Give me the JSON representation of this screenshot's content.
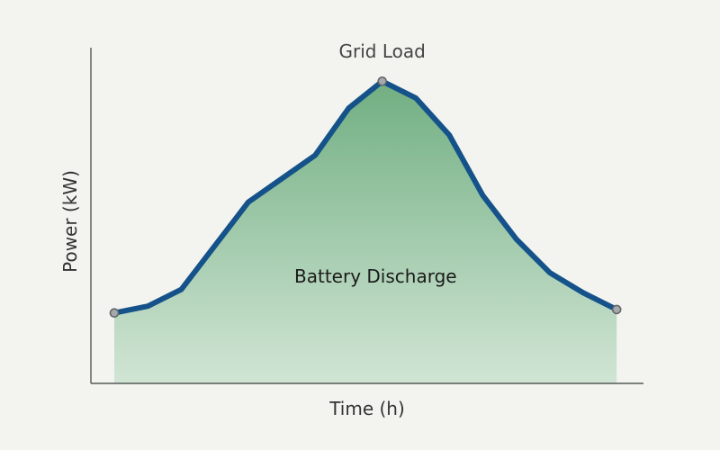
{
  "chart_data": {
    "type": "area",
    "title": "",
    "xlabel": "Time (h)",
    "ylabel": "Power (kW)",
    "x": [
      0,
      1,
      2,
      3,
      4,
      5,
      6,
      7,
      8,
      9,
      10,
      11,
      12,
      13,
      14,
      15
    ],
    "series": [
      {
        "values": [
          21,
          23,
          28,
          41,
          54,
          61,
          68,
          82,
          90,
          85,
          74,
          56,
          43,
          33,
          27,
          22
        ],
        "line_color": "#15528a",
        "fill_top_color": "#6aab7c",
        "fill_bottom_color": "#cfe4d3"
      }
    ],
    "xlim": [
      -0.7,
      15.8
    ],
    "ylim": [
      0,
      100
    ],
    "grid": false,
    "legend": "none",
    "marked_points": [
      0,
      8,
      15
    ],
    "annotations": [
      {
        "text": "Grid Load",
        "x": 8,
        "y": 97
      },
      {
        "text": "Battery Discharge",
        "x": 7.8,
        "y": 30
      }
    ]
  }
}
